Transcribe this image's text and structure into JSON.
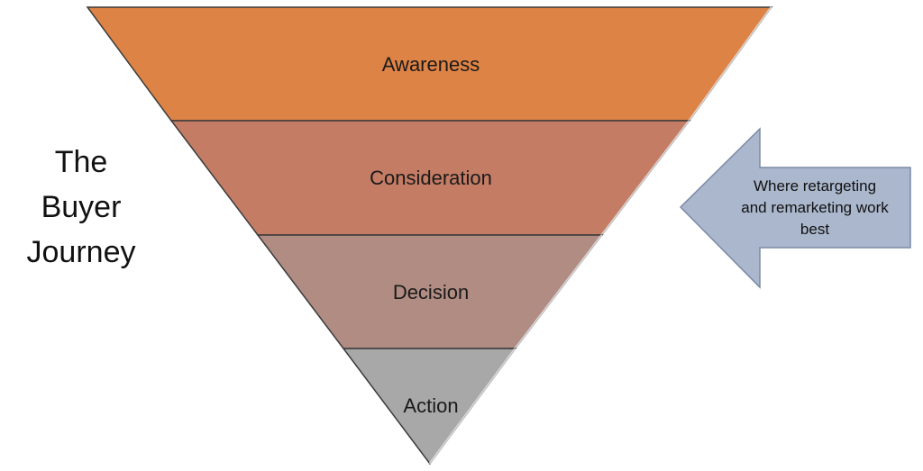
{
  "title": {
    "lines": [
      "The",
      "Buyer",
      "Journey"
    ]
  },
  "funnel": {
    "stages": [
      {
        "label": "Awareness",
        "color": "#de8346"
      },
      {
        "label": "Consideration",
        "color": "#c47c65"
      },
      {
        "label": "Decision",
        "color": "#b08c83"
      },
      {
        "label": "Action",
        "color": "#a8a8a8"
      }
    ],
    "outline_color": "#3b3b3b"
  },
  "callout": {
    "lines": [
      "Where retargeting",
      "and remarketing work",
      "best"
    ],
    "fill_color": "#aab7cc",
    "border_color": "#7a8aa6"
  }
}
